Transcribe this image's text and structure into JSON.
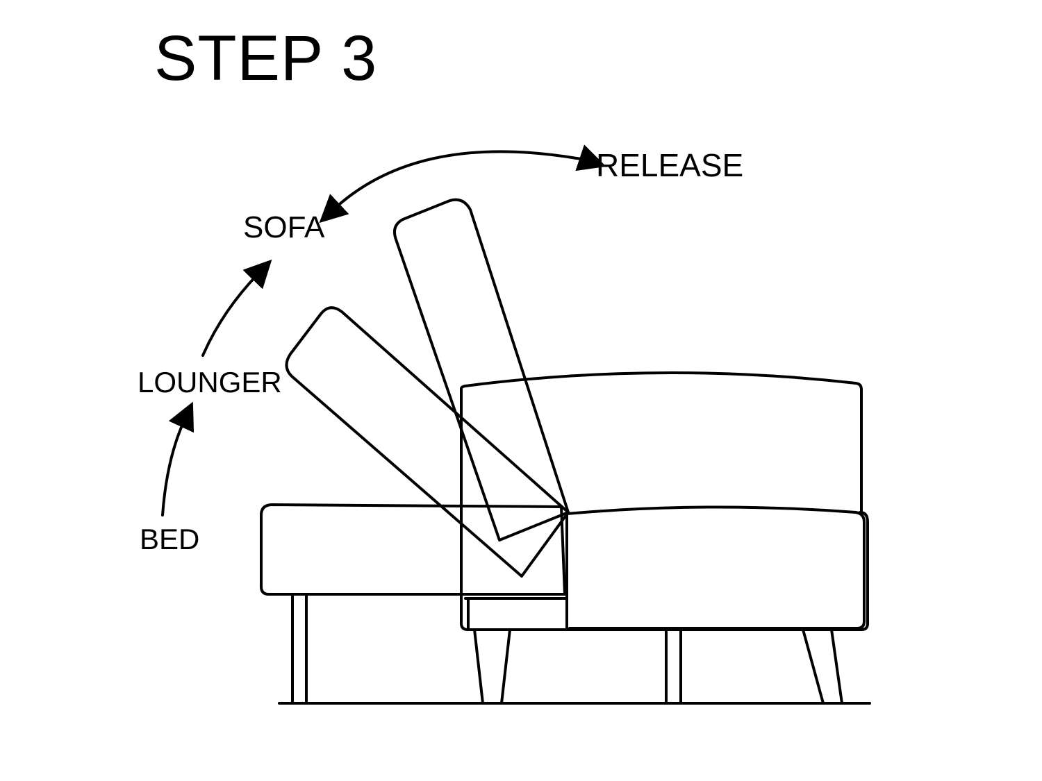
{
  "title": "STEP 3",
  "labels": {
    "release": "RELEASE",
    "sofa": "SOFA",
    "lounger": "LOUNGER",
    "bed": "BED"
  },
  "colors": {
    "line": "#000000",
    "background": "#ffffff"
  }
}
